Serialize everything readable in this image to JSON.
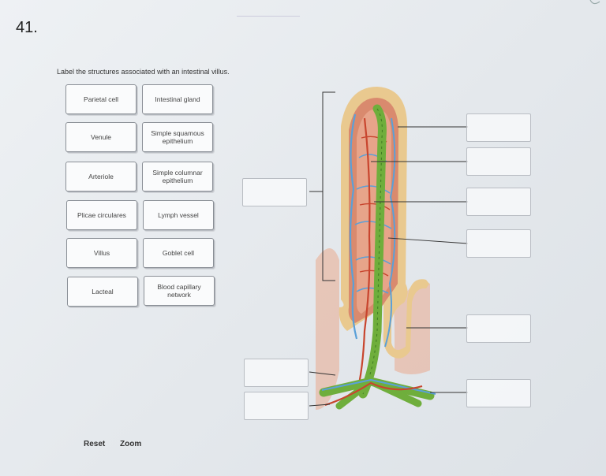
{
  "question": {
    "number": "41.",
    "instruction": "Label the structures associated with an intestinal villus."
  },
  "labels": [
    "Parietal cell",
    "Intestinal gland",
    "Venule",
    "Simple squamous epithelium",
    "Arteriole",
    "Simple columnar epithelium",
    "Plicae circulares",
    "Lymph vessel",
    "Villus",
    "Goblet cell",
    "Lacteal",
    "Blood capillary network"
  ],
  "drop_targets": [
    "target-1",
    "target-2",
    "target-3",
    "target-4",
    "target-5",
    "target-6",
    "target-7",
    "target-8",
    "target-9"
  ],
  "controls": {
    "reset": "Reset",
    "zoom": "Zoom"
  },
  "colors": {
    "lacteal": "#6fae3c",
    "capillary_blue": "#5aa0d8",
    "arteriole_red": "#c8452e",
    "epithelium": "#e9c98f",
    "lamina": "#d98a6e"
  }
}
